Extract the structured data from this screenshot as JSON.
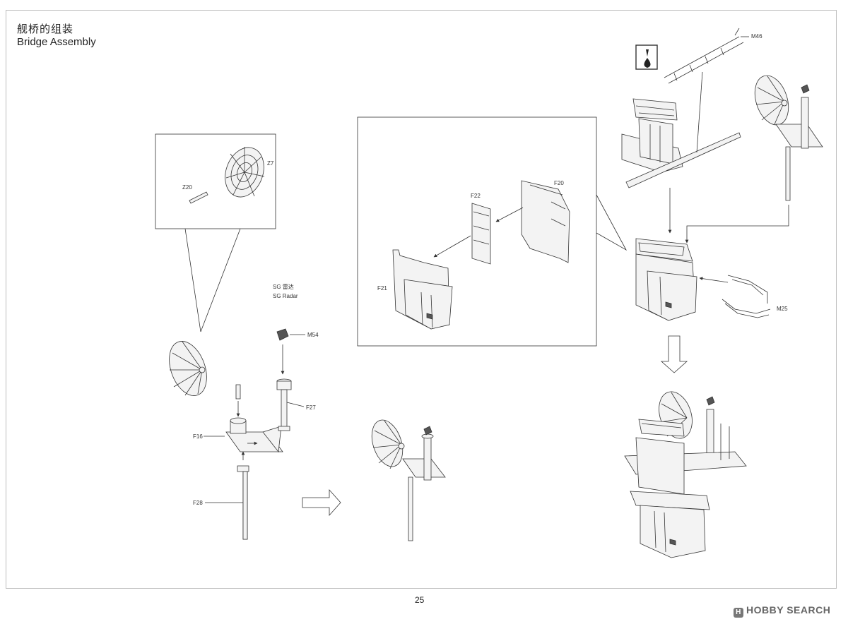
{
  "heading": {
    "cn": "舰桥的组装",
    "en": "Bridge Assembly"
  },
  "page_number": "25",
  "brand": {
    "logo_letter": "H",
    "name": "HOBBY SEARCH"
  },
  "parts": {
    "z7": "Z7",
    "z20": "Z20",
    "sg_cn": "SG 雷达",
    "sg_en": "SG Radar",
    "m54": "M54",
    "f27": "F27",
    "f16": "F16",
    "f28": "F28",
    "f20": "F20",
    "f22": "F22",
    "f21": "F21",
    "m46": "M46",
    "m25": "M25"
  },
  "icons": [
    "glue-icon",
    "arrow-right-icon",
    "arrow-down-icon"
  ]
}
